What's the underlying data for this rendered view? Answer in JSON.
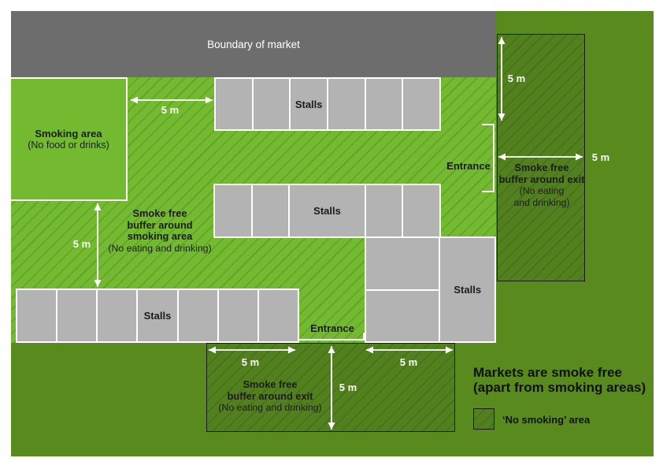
{
  "boundary": {
    "label": "Boundary of market"
  },
  "smoking_area": {
    "title": "Smoking area",
    "subtitle": "(No food or drinks)"
  },
  "buffer_smoking": {
    "line1": "Smoke free",
    "line2": "buffer around",
    "line3": "smoking area",
    "note": "(No eating and drinking)"
  },
  "buffer_exit_right": {
    "line1": "Smoke free",
    "line2": "buffer around exit",
    "note1": "(No eating",
    "note2": "and drinking)"
  },
  "buffer_exit_bottom": {
    "line1": "Smoke free",
    "line2": "buffer around exit",
    "note": "(No eating and drinking)"
  },
  "stalls": {
    "top_row": "Stalls",
    "middle_row": "Stalls",
    "bottom_row": "Stalls",
    "right_block": "Stalls"
  },
  "entrances": {
    "right": "Entrance",
    "bottom": "Entrance"
  },
  "measurements": {
    "smoking_right_gap": "5 m",
    "smoking_bottom_gap": "5 m",
    "exit_right_vertical": "5 m",
    "exit_right_horizontal": "5 m",
    "exit_bottom_left": "5 m",
    "exit_bottom_right": "5 m",
    "exit_bottom_vertical": "5 m"
  },
  "footer": {
    "heading_line1": "Markets are smoke free",
    "heading_line2": "(apart from smoking areas)",
    "legend_label": "‘No smoking’ area"
  },
  "colors": {
    "market_green": "#73BA30",
    "hatch_line_light": "#61A029",
    "outside_green": "#588A1E",
    "buffer_dark_green": "#53801F",
    "hatch_line_dark": "#46701A",
    "boundary_gray": "#6D6D6D",
    "stall_gray": "#B3B3B3",
    "text_dark": "#1C1C1C",
    "white": "#FFFFFF"
  }
}
